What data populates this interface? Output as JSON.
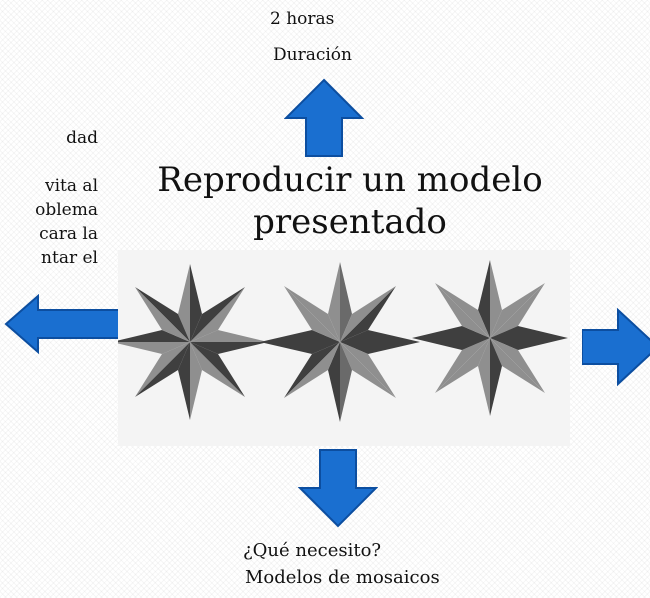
{
  "top": {
    "value": "2 horas",
    "label": "Duración"
  },
  "title": {
    "line1": "Reproducir un modelo",
    "line2": "presentado"
  },
  "left": {
    "line1": "dad",
    "line2": "vita al",
    "line3": "oblema",
    "line4": "cara la",
    "line5": "ntar el"
  },
  "bottom": {
    "question": "¿Qué necesito?",
    "answer": "Modelos de mosaicos"
  },
  "colors": {
    "arrow": "#1a6fd0",
    "arrow_stroke": "#0c4ea0",
    "star_dark": "#3f3f3f",
    "star_light": "#8f8f8f"
  }
}
